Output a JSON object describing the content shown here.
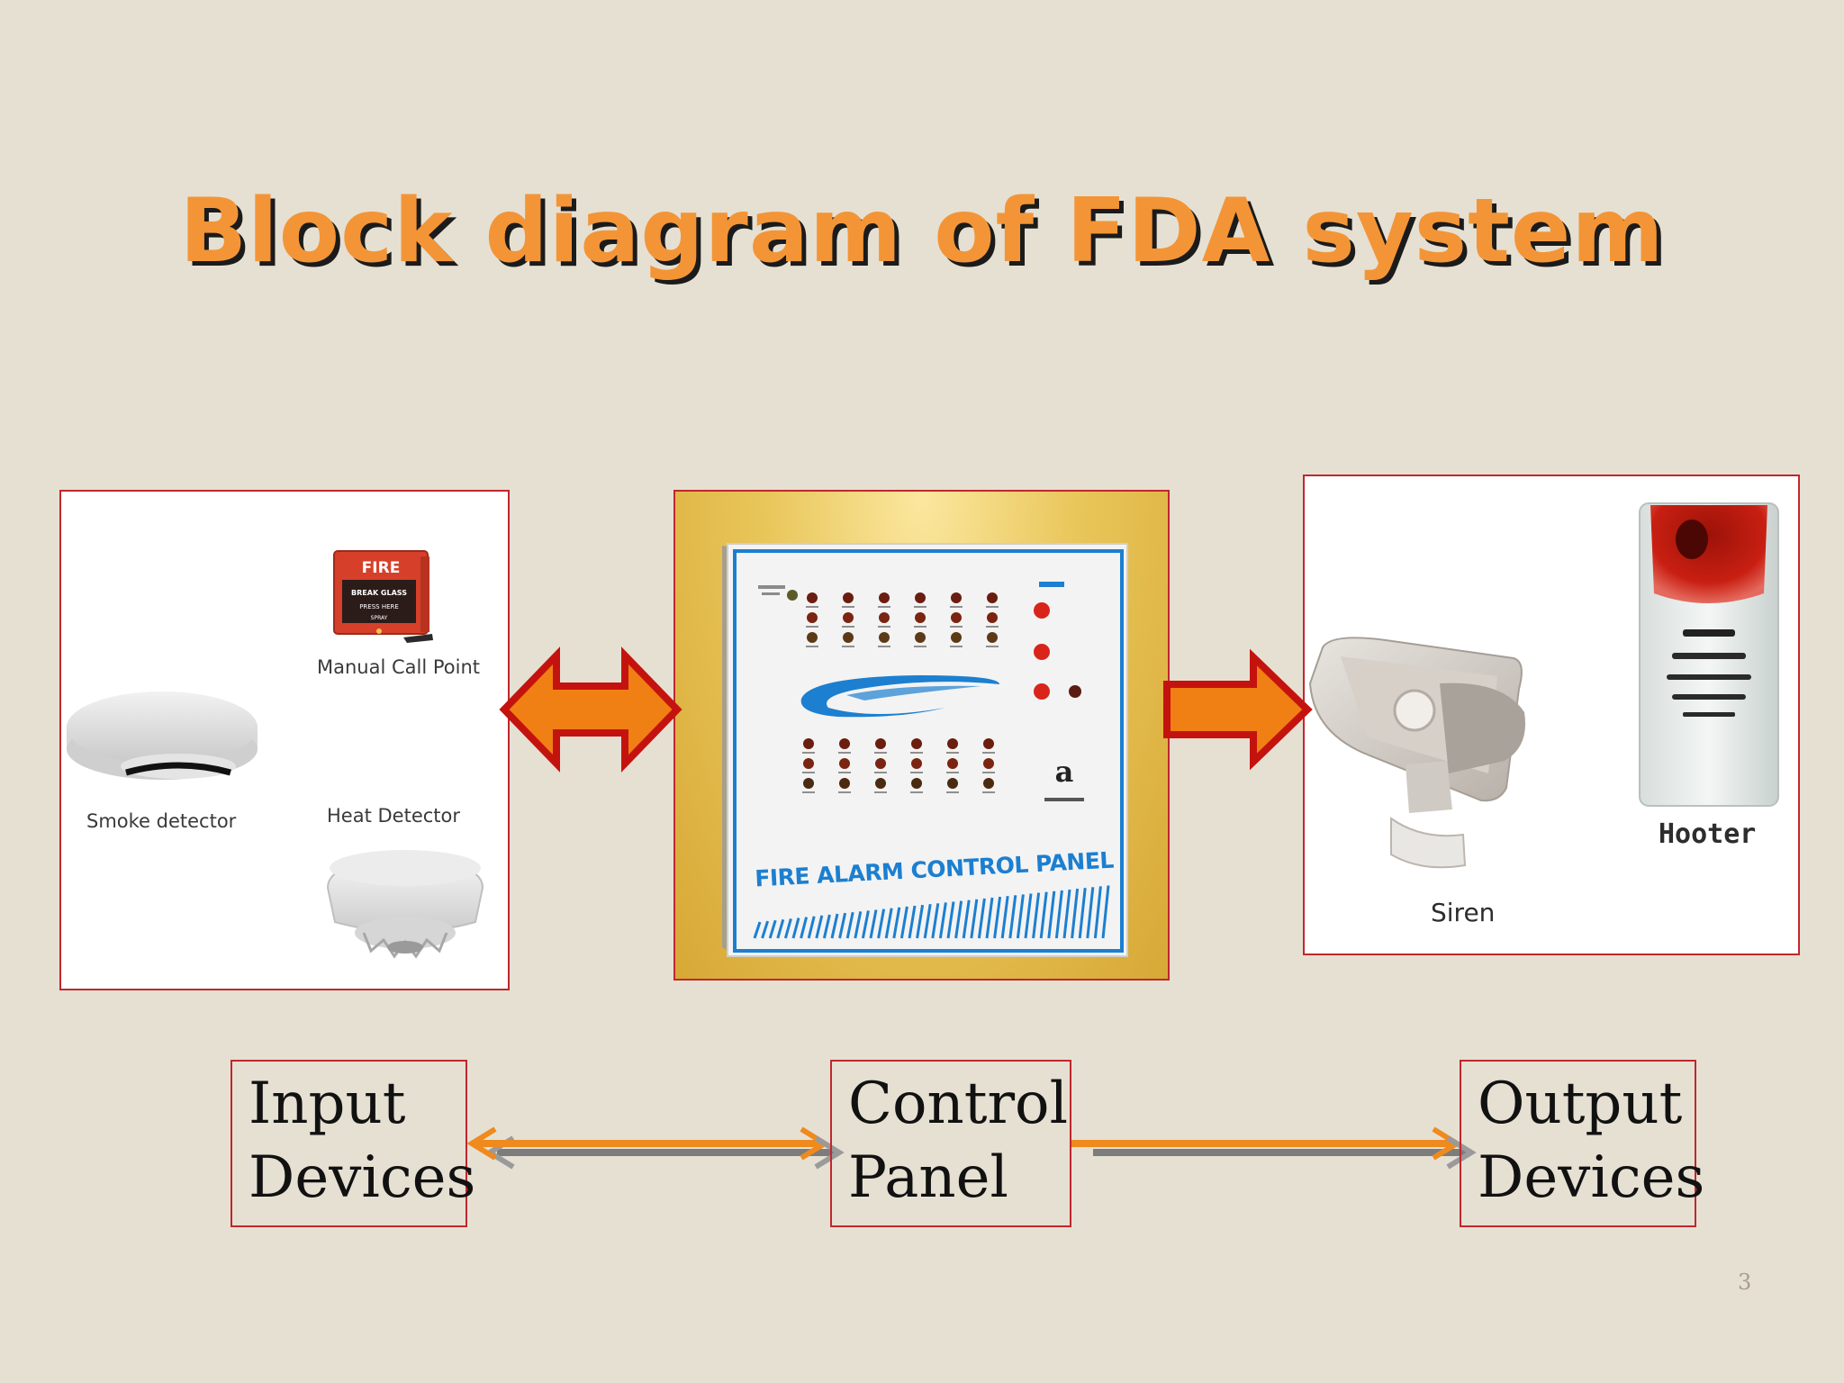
{
  "slide": {
    "title": "Block diagram of FDA system",
    "page_number": "3"
  },
  "input_devices": {
    "manual_call_point_caption": "Manual Call Point",
    "smoke_detector_caption": "Smoke detector",
    "heat_detector_caption": "Heat Detector",
    "call_point_fire_text": "FIRE",
    "call_point_break_text": "BREAK GLASS",
    "call_point_press_text": "PRESS HERE",
    "call_point_small_text": "SPRAY"
  },
  "control_panel": {
    "panel_label": "FIRE ALARM CONTROL PANEL"
  },
  "output_devices": {
    "siren_caption": "Siren",
    "hooter_caption": "Hooter"
  },
  "blocks": {
    "input": [
      "Input",
      "Devices"
    ],
    "control": [
      "Control",
      "Panel"
    ],
    "output": [
      "Output",
      "Devices"
    ]
  },
  "colors": {
    "title": "#f39536",
    "border": "#c0272d",
    "arrow_fill": "#f07f14",
    "arrow_outline": "#c4130f",
    "connector": "#ef8a1f",
    "connector_shadow": "#7c7c7c",
    "panel_blue": "#1c7fd0"
  }
}
